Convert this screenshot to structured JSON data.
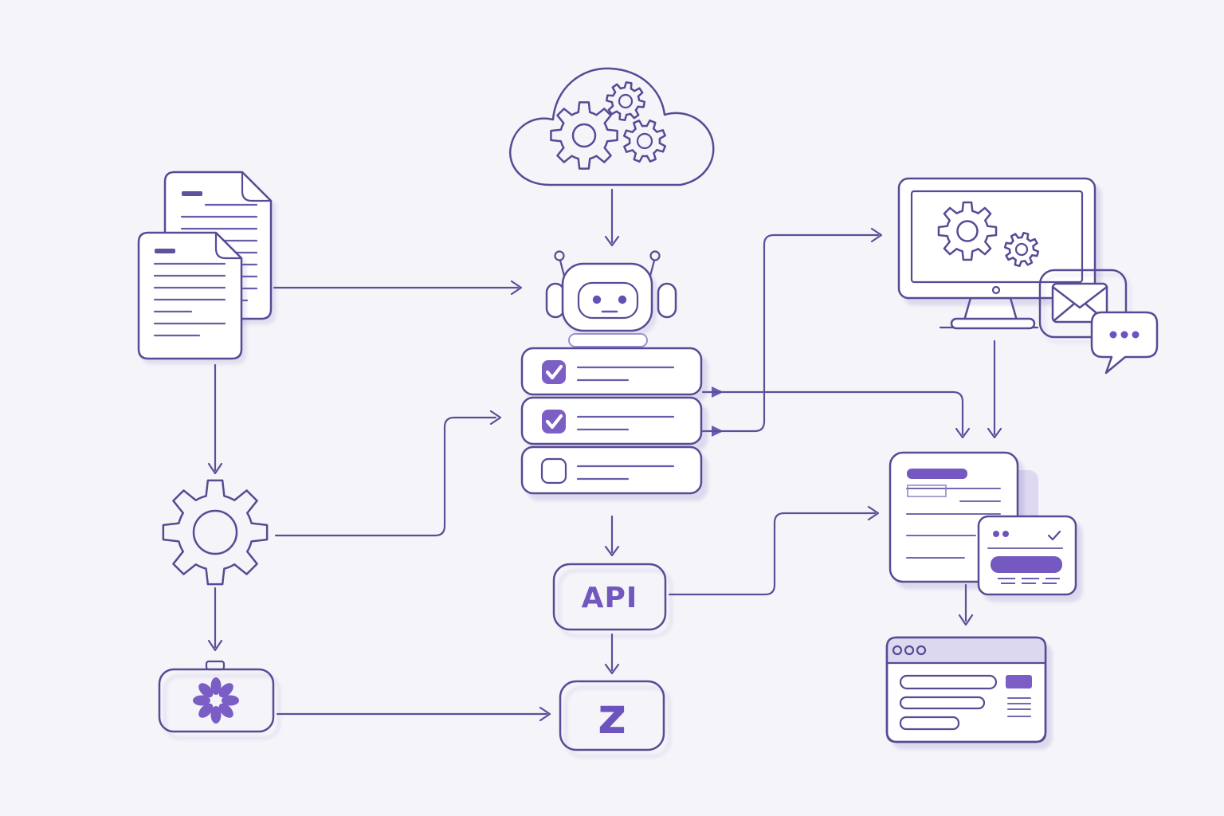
{
  "illustration": {
    "title": "automation-workflow-flowchart",
    "background": "#f5f4f9"
  },
  "palette": {
    "outline": "#584a94",
    "outline_soft": "#8d81c6",
    "lavender_fill": "#dcd8f0",
    "lavender_card": "#e7e4f6",
    "accent": "#7a5ec6",
    "accent_deep": "#6d53c0",
    "header_pill": "#7459c0",
    "card_white": "#ffffff",
    "shadow": "#e4e0f3"
  },
  "nodes": {
    "source_documents": {
      "icon": "documents-icon"
    },
    "cloud_automation": {
      "icon": "cloud-gears-icon",
      "gears": 3
    },
    "chatbot": {
      "icon": "robot-icon"
    },
    "checklist": {
      "icon": "task-checklist-icon",
      "items": [
        {
          "checked": true
        },
        {
          "checked": true
        },
        {
          "checked": false
        }
      ]
    },
    "api": {
      "label": "API"
    },
    "zapier": {
      "label": "z"
    },
    "settings_gear": {
      "icon": "gear-icon"
    },
    "spinner": {
      "icon": "loading-spinner-icon",
      "petals": 8
    },
    "workstation": {
      "icon": "monitor-gears-icon",
      "gears": 2
    },
    "email": {
      "icon": "email-icon"
    },
    "chat": {
      "icon": "chat-bubble-icon",
      "dots": 3
    },
    "output_document": {
      "icon": "document-card-icon"
    },
    "confirmation_card": {
      "icon": "confirmation-card-icon"
    },
    "browser": {
      "icon": "browser-window-icon",
      "window_dots": 3,
      "inputs": 3,
      "has_button": true
    }
  },
  "connections": [
    {
      "from": "cloud_automation",
      "to": "chatbot"
    },
    {
      "from": "source_documents",
      "to": "chatbot"
    },
    {
      "from": "source_documents",
      "to": "settings_gear"
    },
    {
      "from": "settings_gear",
      "to": "checklist"
    },
    {
      "from": "settings_gear",
      "to": "spinner"
    },
    {
      "from": "spinner",
      "to": "zapier"
    },
    {
      "from": "checklist",
      "to": "api"
    },
    {
      "from": "api",
      "to": "zapier"
    },
    {
      "from": "checklist",
      "to": "workstation"
    },
    {
      "from": "checklist",
      "to": "output_document"
    },
    {
      "from": "workstation",
      "to": "output_document"
    },
    {
      "from": "api",
      "to": "output_document"
    },
    {
      "from": "output_document",
      "to": "browser"
    }
  ]
}
